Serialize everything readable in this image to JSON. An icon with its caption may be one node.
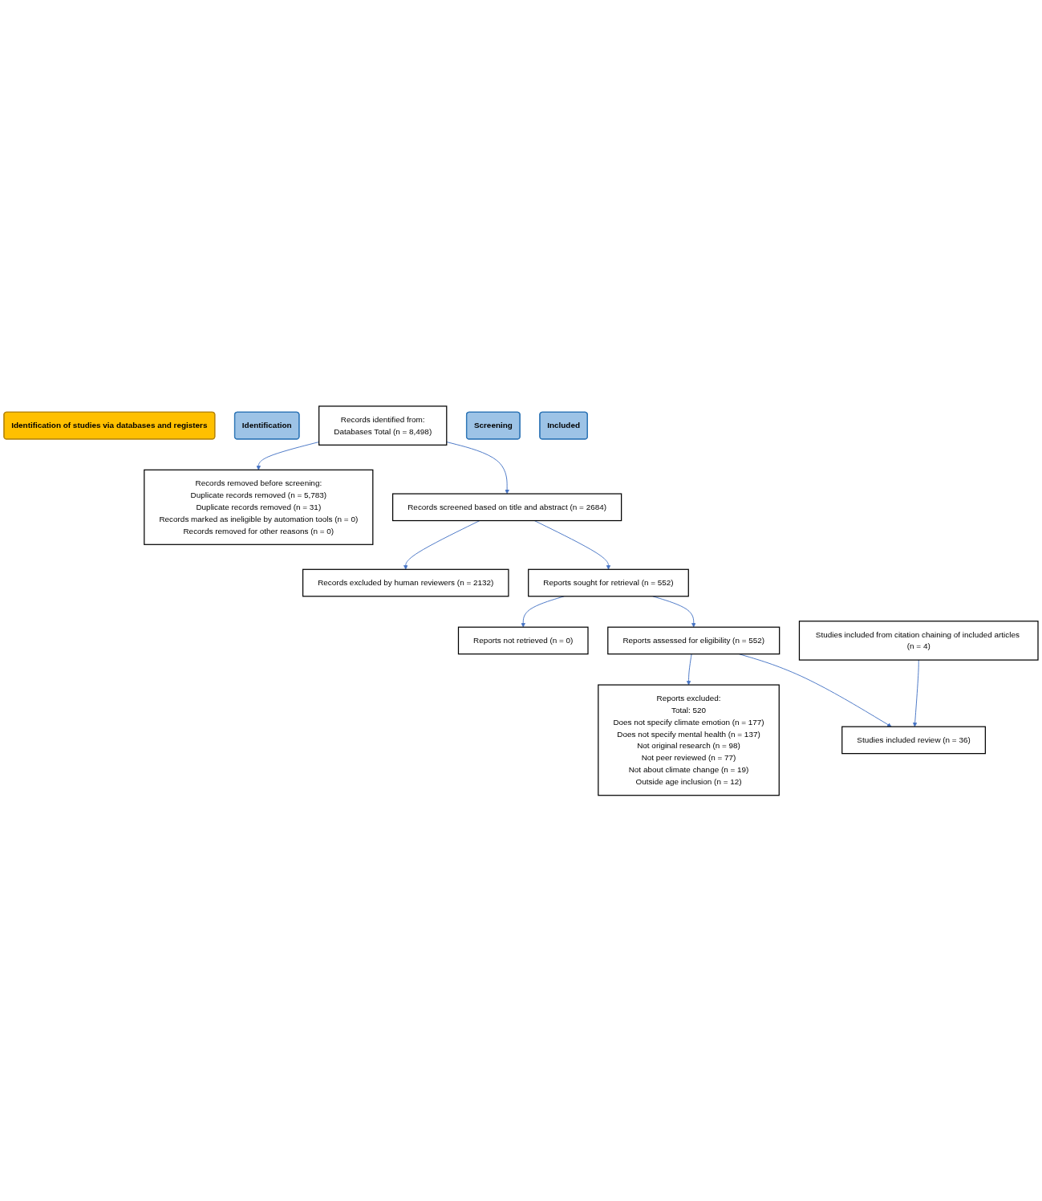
{
  "diagram": {
    "nodes": [
      {
        "text": [
          "Identification of studies via databases and registers"
        ]
      },
      {
        "text": [
          "Identification"
        ]
      },
      {
        "text": [
          "Records identified from:",
          "Databases Total (n = 8,498)"
        ]
      },
      {
        "text": [
          "Records removed before screening:",
          "Duplicate records removed (n = 5,783)",
          "Duplicate records removed (n = 31)",
          "Records marked as ineligible by automation tools (n = 0)",
          "Records removed for other reasons (n = 0)"
        ]
      },
      {
        "text": [
          "Screening"
        ]
      },
      {
        "text": [
          "Records screened based on title and abstract (n = 2684)"
        ]
      },
      {
        "text": [
          "Records excluded by human reviewers (n = 2132)"
        ]
      },
      {
        "text": [
          "Reports sought for retrieval (n = 552)"
        ]
      },
      {
        "text": [
          "Reports not retrieved (n = 0)"
        ]
      },
      {
        "text": [
          "Reports assessed for eligibility (n = 552)"
        ]
      },
      {
        "text": [
          "Reports excluded:",
          "Total: 520",
          "Does not specify climate emotion (n = 177)",
          "Does not specify mental health (n = 137)",
          "Not original research (n = 98)",
          "Not peer reviewed (n = 77)",
          "Not about climate change (n = 19)",
          "Outside age inclusion (n = 12)"
        ]
      },
      {
        "text": [
          "Included"
        ]
      },
      {
        "text": [
          "Studies included review (n = 36)"
        ]
      },
      {
        "text": [
          "Studies included from citation chaining of included articles (n = 4)"
        ]
      }
    ],
    "edges": [
      {
        "from": 2,
        "to": 3,
        "arrow": "to"
      },
      {
        "from": 2,
        "to": 5,
        "arrow": "to"
      },
      {
        "from": 5,
        "to": 6,
        "arrow": "to"
      },
      {
        "from": 5,
        "to": 7,
        "arrow": "to"
      },
      {
        "from": 7,
        "to": 8,
        "arrow": "to"
      },
      {
        "from": 7,
        "to": 9,
        "arrow": "to"
      },
      {
        "from": 9,
        "to": 10,
        "arrow": "to"
      },
      {
        "from": 9,
        "to": 12,
        "arrow": "to"
      },
      {
        "from": 13,
        "to": 12,
        "arrow": "to"
      }
    ]
  }
}
